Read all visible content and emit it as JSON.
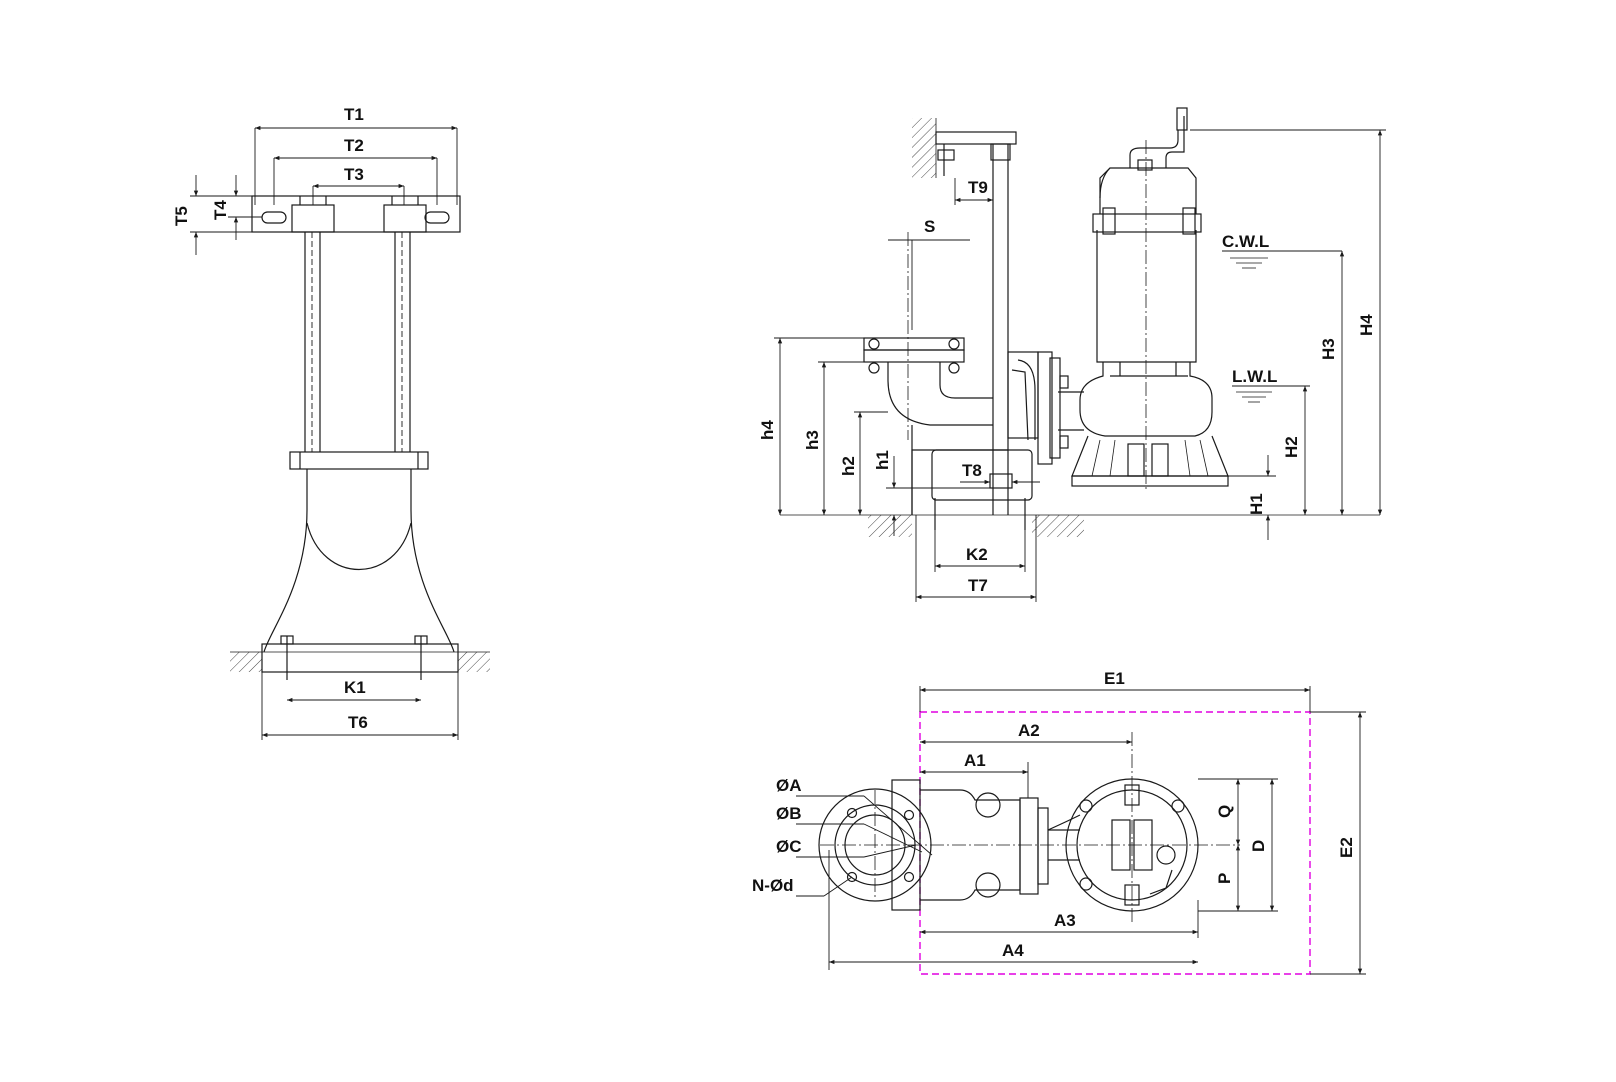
{
  "labels": {
    "T1": "T1",
    "T2": "T2",
    "T3": "T3",
    "T4": "T4",
    "T5": "T5",
    "T6": "T6",
    "K1": "K1",
    "T7": "T7",
    "T8": "T8",
    "T9": "T9",
    "K2": "K2",
    "S": "S",
    "h1": "h1",
    "h2": "h2",
    "h3": "h3",
    "h4": "h4",
    "H1": "H1",
    "H2": "H2",
    "H3": "H3",
    "H4": "H4",
    "CWL": "C.W.L",
    "LWL": "L.W.L",
    "E1": "E1",
    "E2": "E2",
    "A1": "A1",
    "A2": "A2",
    "A3": "A3",
    "A4": "A4",
    "OA": "ØA",
    "OB": "ØB",
    "OC": "ØC",
    "NOd": "N-Ød",
    "Q": "Q",
    "P": "P",
    "D": "D"
  },
  "colors": {
    "line": "#1a1a1a",
    "outline_box": "#e000e0"
  }
}
